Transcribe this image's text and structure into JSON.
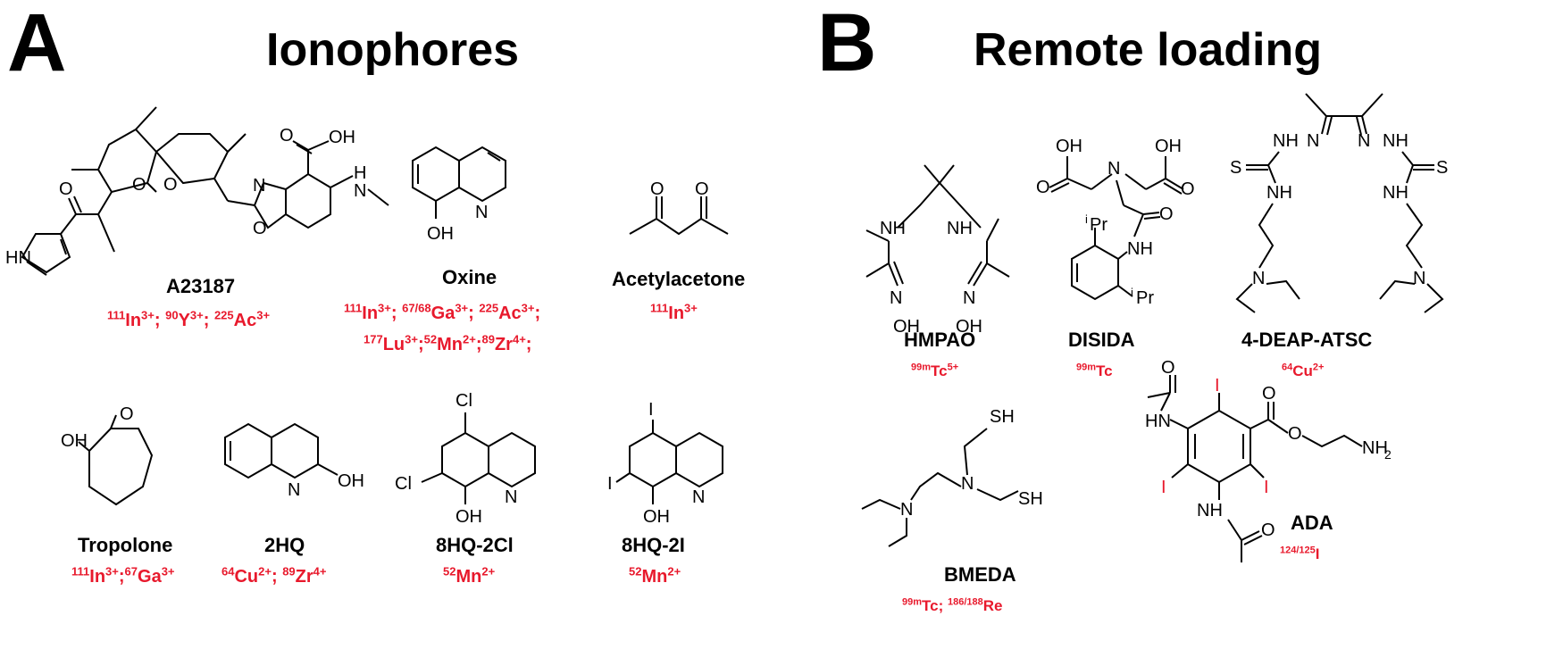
{
  "panels": {
    "A": {
      "letter": "A",
      "title": "Ionophores"
    },
    "B": {
      "letter": "B",
      "title": "Remote loading"
    }
  },
  "compounds": {
    "a23187": {
      "name": "A23187",
      "ions": [
        [
          "111",
          "In",
          "3+"
        ],
        [
          "90",
          "Y",
          "3+"
        ],
        [
          "225",
          "Ac",
          "3+"
        ]
      ]
    },
    "oxine": {
      "name": "Oxine",
      "ions_line1": [
        [
          "111",
          "In",
          "3+"
        ],
        [
          "67/68",
          "Ga",
          "3+"
        ],
        [
          "225",
          "Ac",
          "3+"
        ]
      ],
      "ions_line2": [
        [
          "177",
          "Lu",
          "3+"
        ],
        [
          "52",
          "Mn",
          "2+"
        ],
        [
          "89",
          "Zr",
          "4+"
        ]
      ]
    },
    "acac": {
      "name": "Acetylacetone",
      "ions": [
        [
          "111",
          "In",
          "3+"
        ]
      ]
    },
    "tropolone": {
      "name": "Tropolone",
      "ions": [
        [
          "111",
          "In",
          "3+"
        ],
        [
          "67",
          "Ga",
          "3+"
        ]
      ]
    },
    "hq2": {
      "name": "2HQ",
      "ions": [
        [
          "64",
          "Cu",
          "2+"
        ],
        [
          "89",
          "Zr",
          "4+"
        ]
      ]
    },
    "hq2cl": {
      "name": "8HQ-2Cl",
      "ions": [
        [
          "52",
          "Mn",
          "2+"
        ]
      ]
    },
    "hq2i": {
      "name": "8HQ-2I",
      "ions": [
        [
          "52",
          "Mn",
          "2+"
        ]
      ]
    },
    "hmpao": {
      "name": "HMPAO",
      "ions": [
        [
          "99m",
          "Tc",
          "5+"
        ]
      ]
    },
    "disida": {
      "name": "DISIDA",
      "ions": [
        [
          "99m",
          "Tc",
          ""
        ]
      ]
    },
    "atsc": {
      "name": "4-DEAP-ATSC",
      "ions": [
        [
          "64",
          "Cu",
          "2+"
        ]
      ]
    },
    "bmeda": {
      "name": "BMEDA",
      "ions": [
        [
          "99m",
          "Tc",
          ""
        ],
        [
          "186/188",
          "Re",
          ""
        ]
      ]
    },
    "ada": {
      "name": "ADA",
      "ions": [
        [
          "124/125",
          "I",
          ""
        ]
      ]
    }
  },
  "atom_labels": {
    "HN": "HN",
    "O": "O",
    "OH": "OH",
    "N": "N",
    "H": "H",
    "NH": "NH",
    "Cl": "Cl",
    "I": "I",
    "S": "S",
    "SH": "SH",
    "NH2": "NH",
    "sub2": "2",
    "iPr": "Pr",
    "i": "i"
  },
  "colors": {
    "ion_red": "#e8192c",
    "structure": "#000000"
  }
}
